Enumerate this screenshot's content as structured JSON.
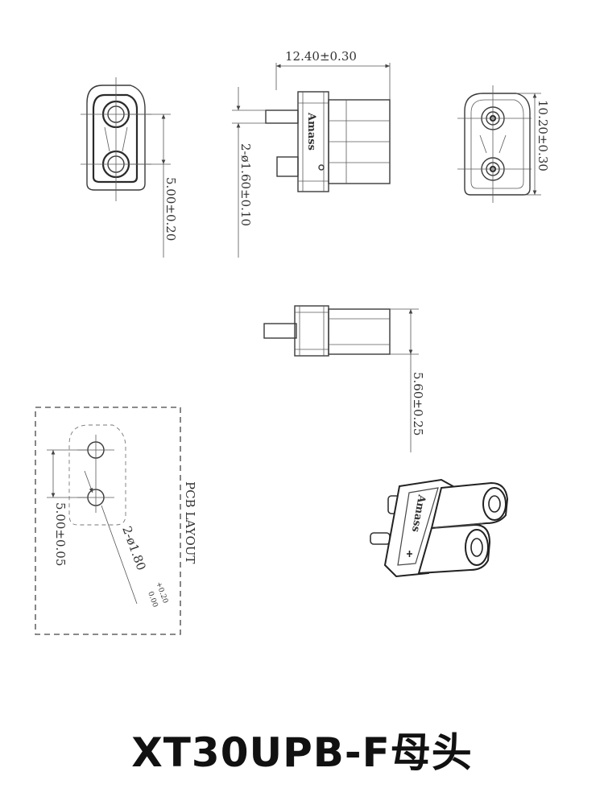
{
  "dimensions": {
    "width": "12.40±0.30",
    "height": "10.20±0.30",
    "pitch": "5.00±0.20",
    "pin_diameter": "2-ø1.60±0.10",
    "depth": "5.60±0.25",
    "pcb_pitch": "5.00±0.05",
    "pcb_hole": "2-ø1.80",
    "pcb_hole_tol_upper": "+0.20",
    "pcb_hole_tol_lower": "0.00"
  },
  "brand_mark": "Amass",
  "pcb_label": "PCB LAYOUT",
  "title": "XT30UPB-F母头"
}
